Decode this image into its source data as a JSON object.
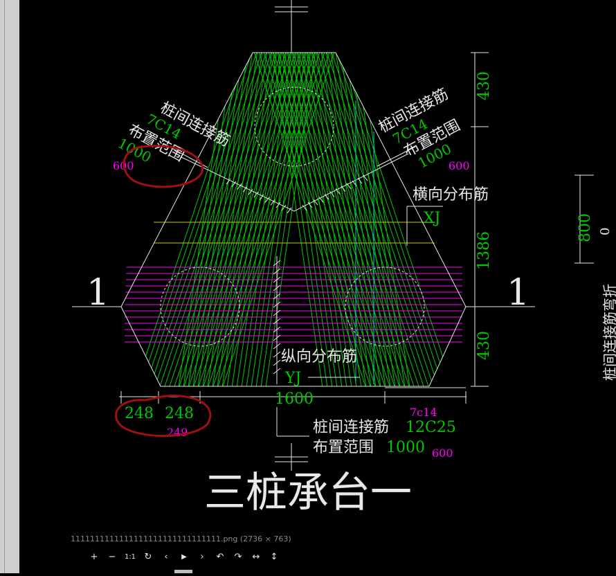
{
  "viewer": {
    "file_caption": "1111111111111111111111111111111.png (2736 × 763)",
    "toolbar": [
      {
        "icon": "zoom-in-icon",
        "glyph": "+"
      },
      {
        "icon": "zoom-out-icon",
        "glyph": "−"
      },
      {
        "icon": "actual-size-icon",
        "glyph": "1:1"
      },
      {
        "icon": "refresh-icon",
        "glyph": "↻"
      },
      {
        "icon": "previous-icon",
        "glyph": "‹"
      },
      {
        "icon": "play-icon",
        "glyph": "▶"
      },
      {
        "icon": "next-icon",
        "glyph": "›"
      },
      {
        "icon": "rotate-left-icon",
        "glyph": "↶"
      },
      {
        "icon": "rotate-right-icon",
        "glyph": "↷"
      },
      {
        "icon": "fit-width-icon",
        "glyph": "↔"
      },
      {
        "icon": "fit-height-icon",
        "glyph": "↕"
      }
    ]
  },
  "drawing": {
    "title": "三桩承台一",
    "section_marks": [
      "1",
      "1"
    ],
    "dims_right": [
      "430",
      "1386",
      "430"
    ],
    "dim_bottom_total": "1600",
    "dims_bottom_left": [
      "248",
      "248"
    ],
    "note_249": "249",
    "left_label": {
      "name": "桩间连接筋",
      "spec": "7C14",
      "range_label": "布置范围",
      "range_value": "1000",
      "note": "600"
    },
    "right_label": {
      "name": "桩间连接筋",
      "spec": "7C14",
      "range_label": "布置范围",
      "range_value": "1000",
      "note": "600"
    },
    "transverse_label": "横向分布筋",
    "transverse_spec": "XJ",
    "longitudinal_label": "纵向分布筋",
    "longitudinal_spec": "YJ",
    "bottom_label": {
      "name": "桩间连接筋",
      "spec": "12C25",
      "range_label": "布置范围",
      "range_value": "1000",
      "note_top": "7c14",
      "note_right": "600"
    },
    "far_right_dim": "800",
    "far_right_zero": "0",
    "far_right_vertical": "桩间连接筋弯折"
  },
  "colors": {
    "green": "#00c800",
    "white": "#e8e8e8",
    "magenta": "#ff00ff",
    "yellow": "#c8c800",
    "cyan": "#00c8c8",
    "annotation_red": "#a01010"
  }
}
